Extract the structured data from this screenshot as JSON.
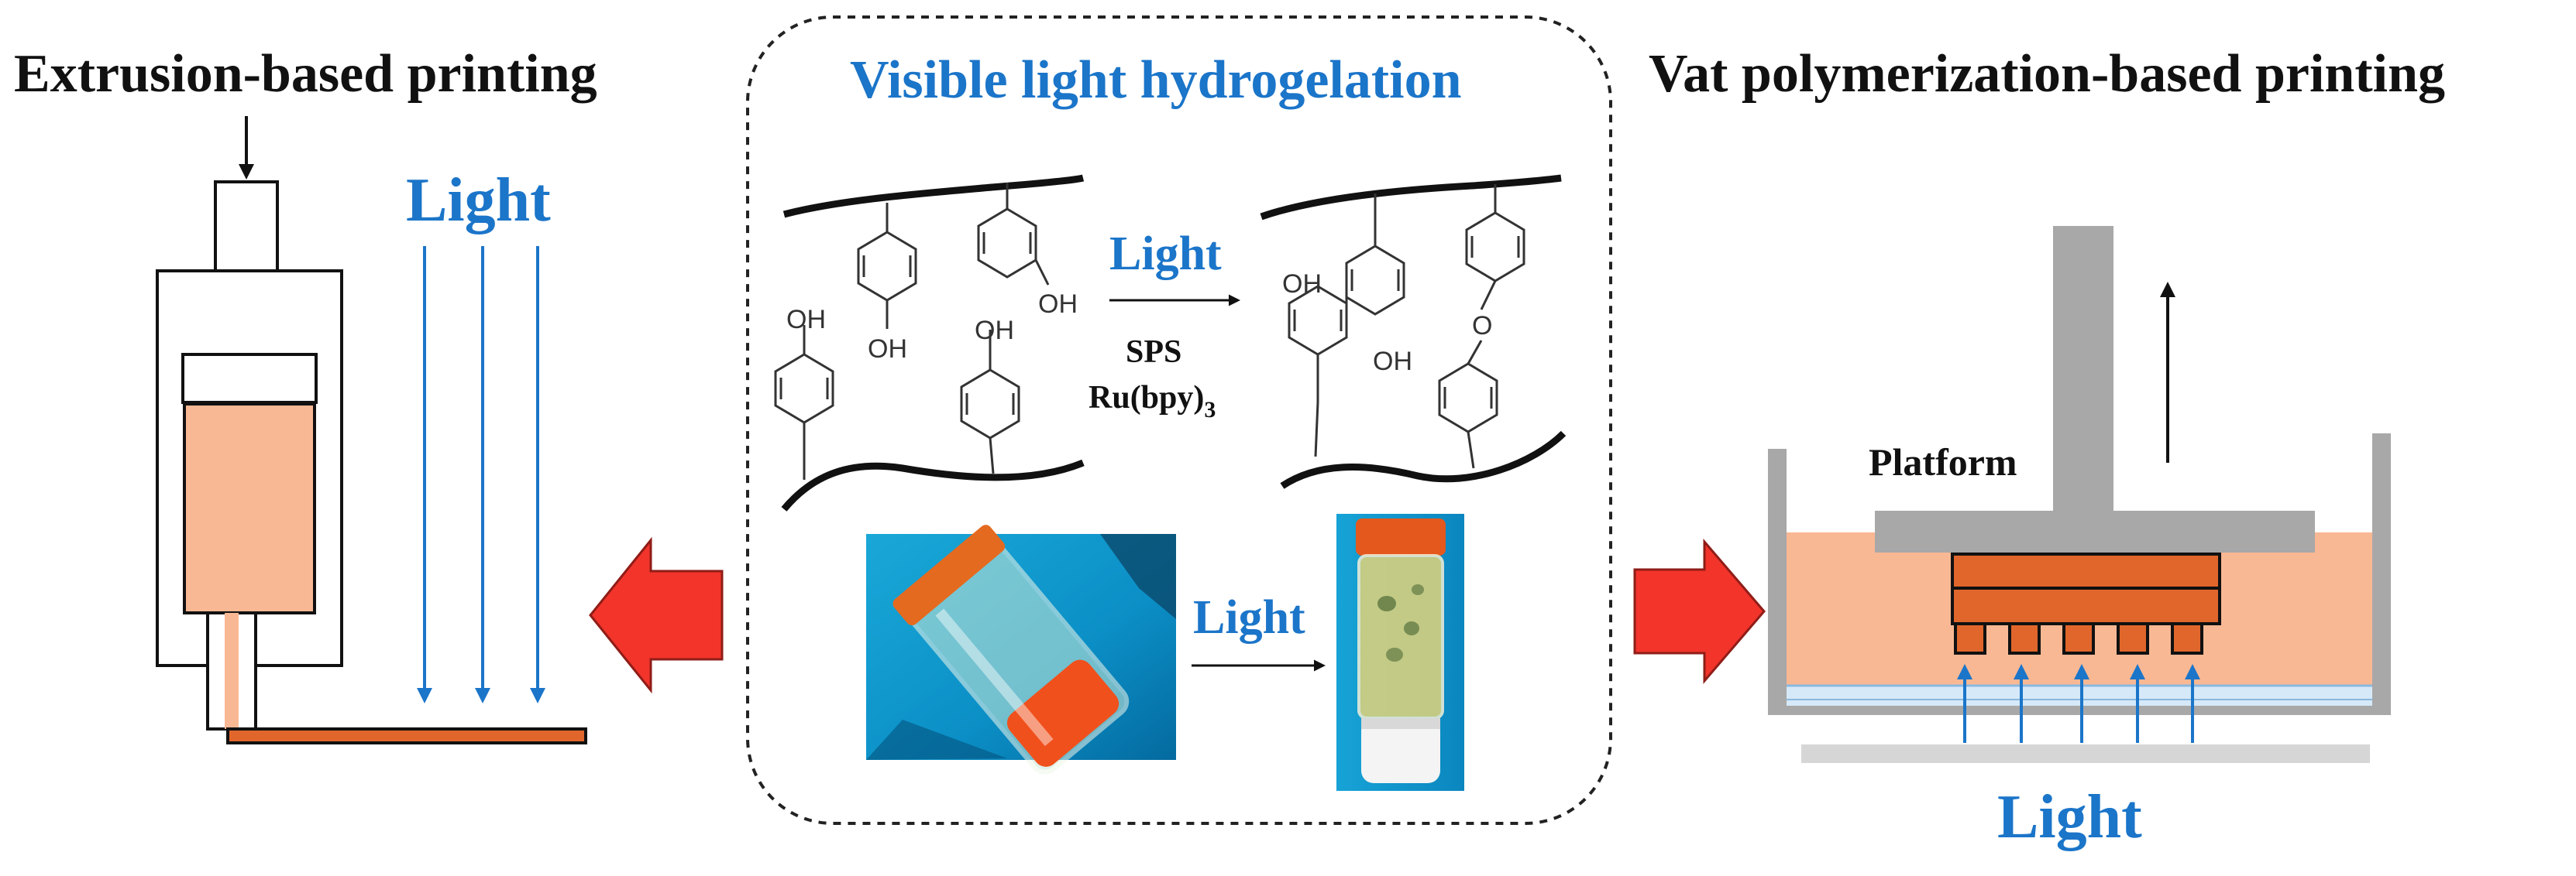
{
  "colors": {
    "light_blue": "#1b75c9",
    "resin_orange": "#f9b894",
    "print_orange": "#e0662b",
    "arrow_red": "#f2342b",
    "frame_gray": "#a8a8a8",
    "glass_blue": "#d6e9f8",
    "ink": "#111111"
  },
  "left_panel": {
    "title": "Extrusion-based printing",
    "light_label": "Light"
  },
  "center_panel": {
    "title": "Visible light hydrogelation",
    "reaction_light_label": "Light",
    "reagent_1": "SPS",
    "reagent_2_base": "Ru(bpy)",
    "reagent_2_sub": "3",
    "oh_label": "OH",
    "o_label": "O",
    "photo_light_label": "Light",
    "photo_before_icon": "vial-tilted-liquid-photo",
    "photo_after_icon": "vial-upright-gel-photo"
  },
  "right_panel": {
    "title": "Vat polymerization-based printing",
    "platform_label": "Platform",
    "light_label": "Light"
  }
}
